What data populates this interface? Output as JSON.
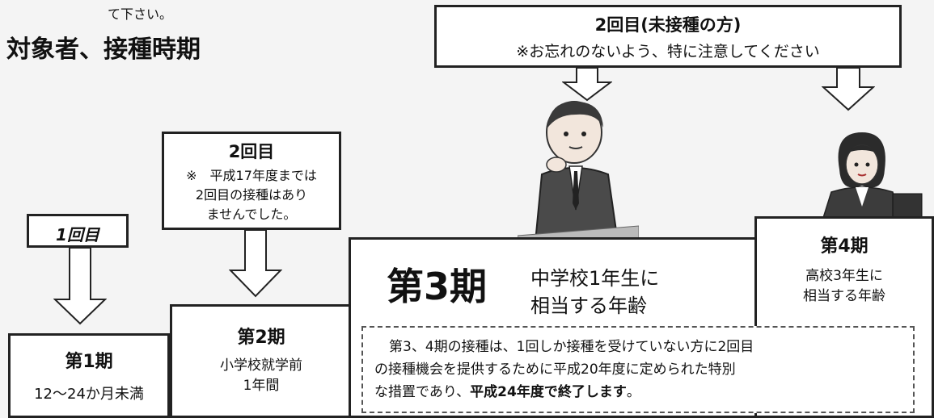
{
  "header": {
    "top_fragment": "て下さい。",
    "title": "対象者、接種時期"
  },
  "dose2_unvaccinated": {
    "title": "2回目(未接種の方)",
    "note": "※お忘れのないよう、特に注意してください"
  },
  "dose2_note_box": {
    "title": "2回目",
    "line1": "※　平成17年度までは",
    "line2": "2回目の接種はあり",
    "line3": "ませんでした。"
  },
  "dose1_box": {
    "label": "1回目"
  },
  "period1": {
    "title": "第1期",
    "desc": "12〜24か月未満"
  },
  "period2": {
    "title": "第2期",
    "desc_line1": "小学校就学前",
    "desc_line2": "1年間"
  },
  "period3": {
    "title": "第3期",
    "desc_line1": "中学校1年生に",
    "desc_line2": "相当する年齢"
  },
  "period4": {
    "title": "第4期",
    "desc_line1": "高校3年生に",
    "desc_line2": "相当する年齢"
  },
  "notice": {
    "line1": "第3、4期の接種は、1回しか接種を受けていない方に2回目",
    "line2": "の接種機会を提供するために平成20年度に定められた特別",
    "line3_prefix": "な措置であり、",
    "line3_bold": "平成24年度で終了します",
    "line3_suffix": "。"
  },
  "icons": {
    "arrow": "down-arrow-icon",
    "man_illustration": "student-thinking-illustration",
    "woman_illustration": "student-studying-illustration"
  }
}
